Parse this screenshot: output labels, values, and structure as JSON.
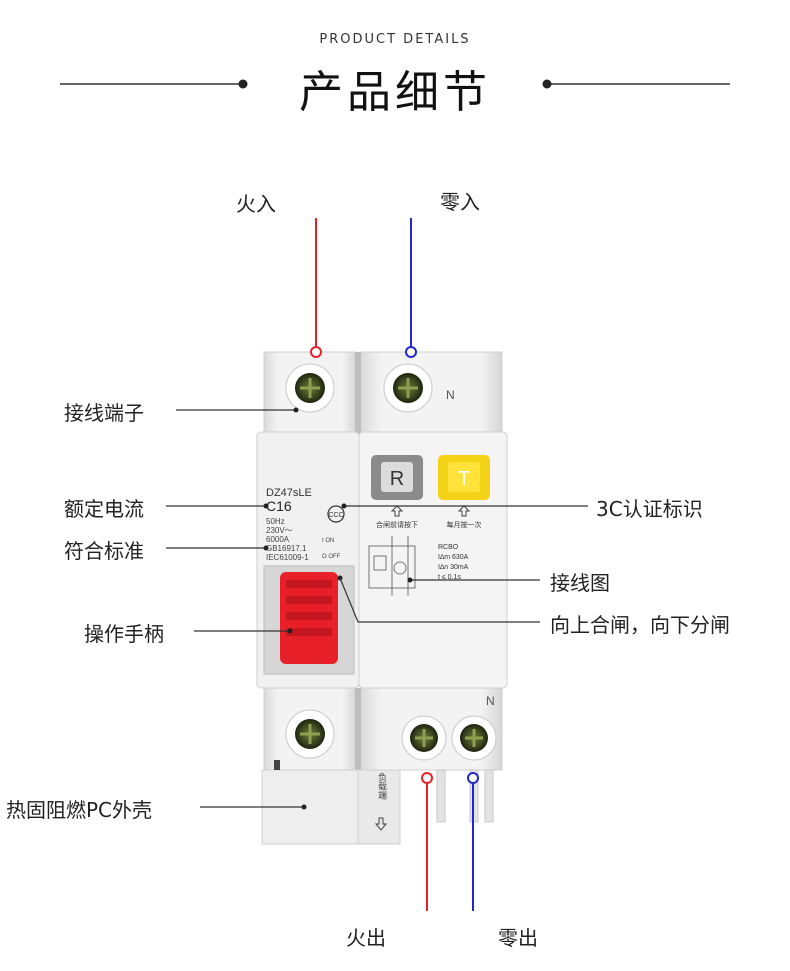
{
  "header": {
    "subtitle": "PRODUCT DETAILS",
    "title": "产品细节"
  },
  "labels": {
    "live_in": "火入",
    "neutral_in": "零入",
    "terminal": "接线端子",
    "rated_current": "额定电流",
    "standard": "符合标准",
    "handle": "操作手柄",
    "housing": "热固阻燃PC外壳",
    "ccc": "3C认证标识",
    "wiring": "接线图",
    "switching": "向上合闸，向下分闸",
    "live_out": "火出",
    "neutral_out": "零出"
  },
  "breaker": {
    "model": "DZ47sLE",
    "rating": "C16",
    "specs": [
      "50Hz",
      "230V～",
      "6000A",
      "GB16917.1",
      "IEC61009-1"
    ],
    "on_text": "I ON",
    "off_text": "O OFF",
    "reset_key": "R",
    "test_key": "T",
    "reset_note": "合闸前请按下",
    "test_note": "每月按一次",
    "type_code": "RCBO",
    "im": "I∆m 630A",
    "in": "I∆n  30mA",
    "time": "t ≤ 0.1s",
    "n_label": "N",
    "load_text": "负载端"
  },
  "colors": {
    "live": "#e8202a",
    "neutral": "#2227c9",
    "accent_yellow": "#f5d417",
    "handle_red": "#e8202a"
  }
}
